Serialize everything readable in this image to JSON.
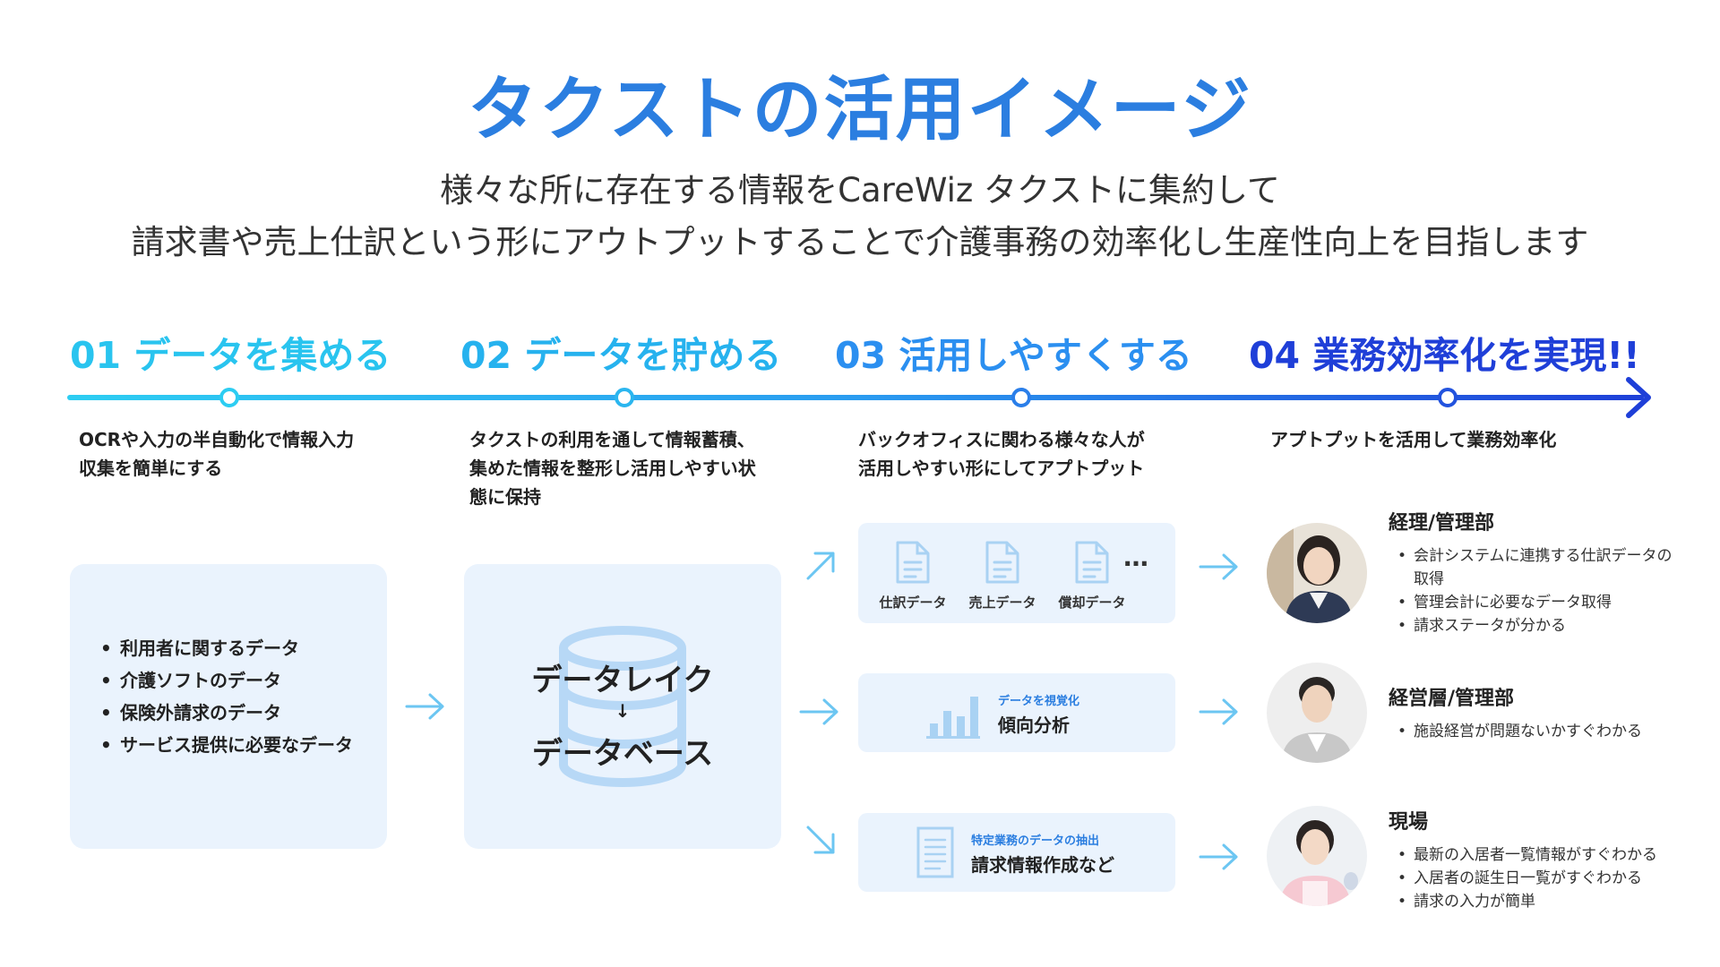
{
  "title": "タクストの活用イメージ",
  "subtitle": {
    "line1": "様々な所に存在する情報をCareWiz タクストに集約して",
    "line2": "請求書や売上仕訳という形にアウトプットすることで介護事務の効率化し生産性向上を目指します"
  },
  "colors": {
    "title": "#2b7ee0",
    "step1": "#29c4ef",
    "step2": "#26b2ee",
    "step3": "#2b8ff0",
    "step4": "#1f3fd8",
    "panel": "#eaf3fd",
    "arrow": "#6cc6f2"
  },
  "steps": [
    {
      "label": "01 データを集める",
      "desc": [
        "OCRや入力の半自動化で情報入力",
        "収集を簡単にする"
      ]
    },
    {
      "label": "02 データを貯める",
      "desc": [
        "タクストの利用を通して情報蓄積、",
        "集めた情報を整形し活用しやすい状",
        "態に保持"
      ]
    },
    {
      "label": "03 活用しやすくする",
      "desc": [
        "バックオフィスに関わる様々な人が",
        "活用しやすい形にしてアプトプット"
      ]
    },
    {
      "label": "04 業務効率化を実現!!",
      "desc": [
        "アプトプットを活用して業務効率化"
      ]
    }
  ],
  "collect_panel": {
    "items": [
      "利用者に関するデータ",
      "介護ソフトのデータ",
      "保険外請求のデータ",
      "サービス提供に必要なデータ"
    ]
  },
  "db_panel": {
    "top": "データレイク",
    "arrow": "↓",
    "bottom": "データベース"
  },
  "outputs": {
    "docs": [
      "仕訳データ",
      "売上データ",
      "償却データ"
    ],
    "ellipsis": "…",
    "viz": {
      "small": "データを視覚化",
      "big": "傾向分析"
    },
    "extract": {
      "small": "特定業務のデータの抽出",
      "big": "請求情報作成など"
    }
  },
  "roles": [
    {
      "title": "経理/管理部",
      "items": [
        "会計システムに連携する仕訳データの取得",
        "管理会計に必要なデータ取得",
        "請求ステータが分かる"
      ]
    },
    {
      "title": "経営層/管理部",
      "items": [
        "施設経営が問題ないかすぐわかる"
      ]
    },
    {
      "title": "現場",
      "items": [
        "最新の入居者一覧情報がすぐわかる",
        "入居者の誕生日一覧がすぐわかる",
        "請求の入力が簡単"
      ]
    }
  ]
}
